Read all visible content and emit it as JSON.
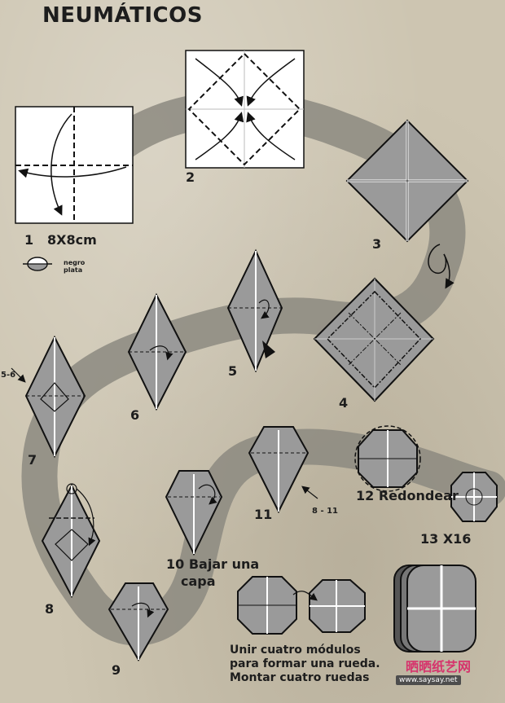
{
  "title": "NEUMÁTICOS",
  "steps": {
    "s1": "1",
    "s1_size": "8X8cm",
    "s2": "2",
    "s3": "3",
    "s4": "4",
    "s5": "5",
    "s6": "6",
    "s7": "7",
    "s8": "8",
    "s9": "9",
    "s10_line1": "10 Bajar una",
    "s10_line2": "capa",
    "s11": "11",
    "s12": "12 Redondear",
    "s13": "13  X16"
  },
  "legend": {
    "top": "negro",
    "bottom": "plata"
  },
  "refs": {
    "r56": "5-6",
    "r811": "8 - 11"
  },
  "instructions": [
    "Unir cuatro módulos",
    "para formar una rueda.",
    "Montar cuatro ruedas"
  ],
  "watermark": {
    "logo": "晒晒纸艺网",
    "url": "www.saysay.net"
  },
  "colors": {
    "paper_gray": "#9a9a9a",
    "road": "#8c8a80",
    "white": "#ffffff"
  }
}
